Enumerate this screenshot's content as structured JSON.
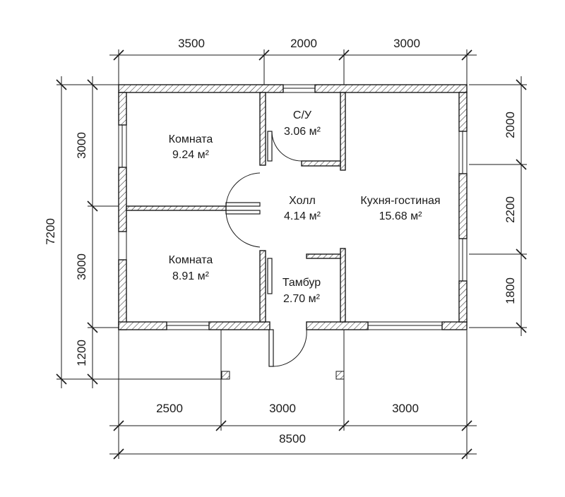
{
  "dimensions": {
    "top": [
      "3500",
      "2000",
      "3000"
    ],
    "bottom_parts": [
      "2500",
      "3000",
      "3000"
    ],
    "bottom_total": "8500",
    "left_parts": [
      "3000",
      "3000",
      "1200"
    ],
    "left_total": "7200",
    "right_parts": [
      "2000",
      "2200",
      "1800"
    ]
  },
  "rooms": [
    {
      "name": "Комната",
      "area": "9.24 м²"
    },
    {
      "name": "С/У",
      "area": "3.06 м²"
    },
    {
      "name": "Холл",
      "area": "4.14 м²"
    },
    {
      "name": "Кухня-гостиная",
      "area": "15.68 м²"
    },
    {
      "name": "Комната",
      "area": "8.91 м²"
    },
    {
      "name": "Тамбур",
      "area": "2.70 м²"
    }
  ]
}
